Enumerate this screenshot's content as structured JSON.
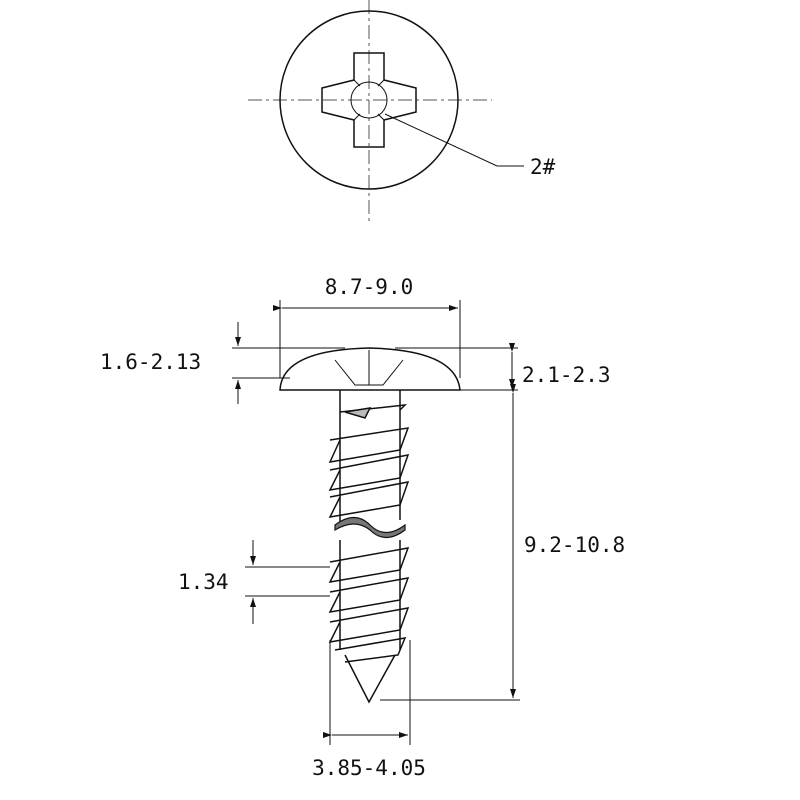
{
  "drawing": {
    "drive_size": "2#",
    "head_diameter": "8.7-9.0",
    "head_dome_height": "1.6-2.13",
    "head_height": "2.1-2.3",
    "screw_length": "9.2-10.8",
    "thread_pitch": "1.34",
    "thread_diameter": "3.85-4.05"
  }
}
